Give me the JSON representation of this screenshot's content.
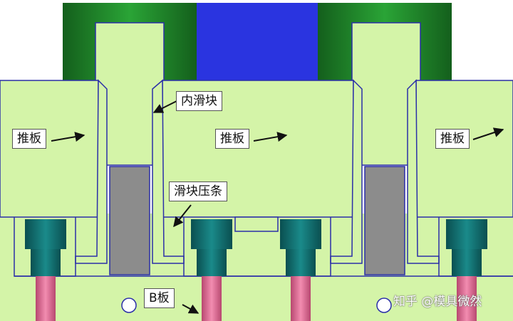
{
  "labels": {
    "inner_slider": "内滑块",
    "slider_strip": "滑块压条",
    "push_plate_left": "推板",
    "push_plate_center": "推板",
    "push_plate_right": "推板",
    "b_plate": "B板"
  },
  "watermark": "知乎 @模具微然",
  "colors": {
    "green_block": "#1f8a2a",
    "blue_block": "#2a34e0",
    "plate_fill": "#d4f4a8",
    "outline": "#2b2fa8",
    "teal_bolt": "#0b6a6a",
    "pink_pin": "#e06890",
    "grey_slot": "#8c8c8c"
  }
}
